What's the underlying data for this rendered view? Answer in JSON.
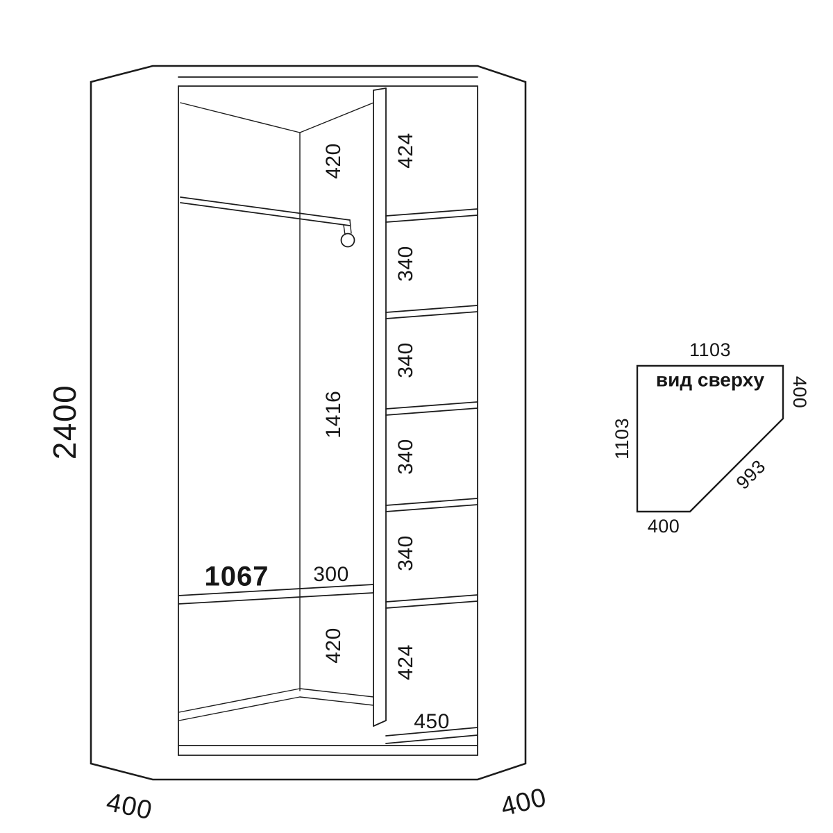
{
  "page": {
    "background": "#ffffff"
  },
  "front_view": {
    "height": "2400",
    "left_depth": "400",
    "right_depth": "400",
    "left_section": {
      "top_gap": "420",
      "middle_gap": "1416",
      "bottom_gap": "420",
      "shelf_width": "1067",
      "shelf_depth": "300"
    },
    "shelf_column": {
      "gaps": [
        "424",
        "340",
        "340",
        "340",
        "340",
        "424"
      ],
      "bottom_width": "450"
    }
  },
  "top_view": {
    "title": "вид сверху",
    "top_edge": "1103",
    "left_edge": "1103",
    "right_edge": "400",
    "bottom_edge": "400",
    "diagonal": "993",
    "fill": "#e7e7e7"
  },
  "style": {
    "line_color": "#1c1c1c",
    "text_color": "#161616"
  }
}
